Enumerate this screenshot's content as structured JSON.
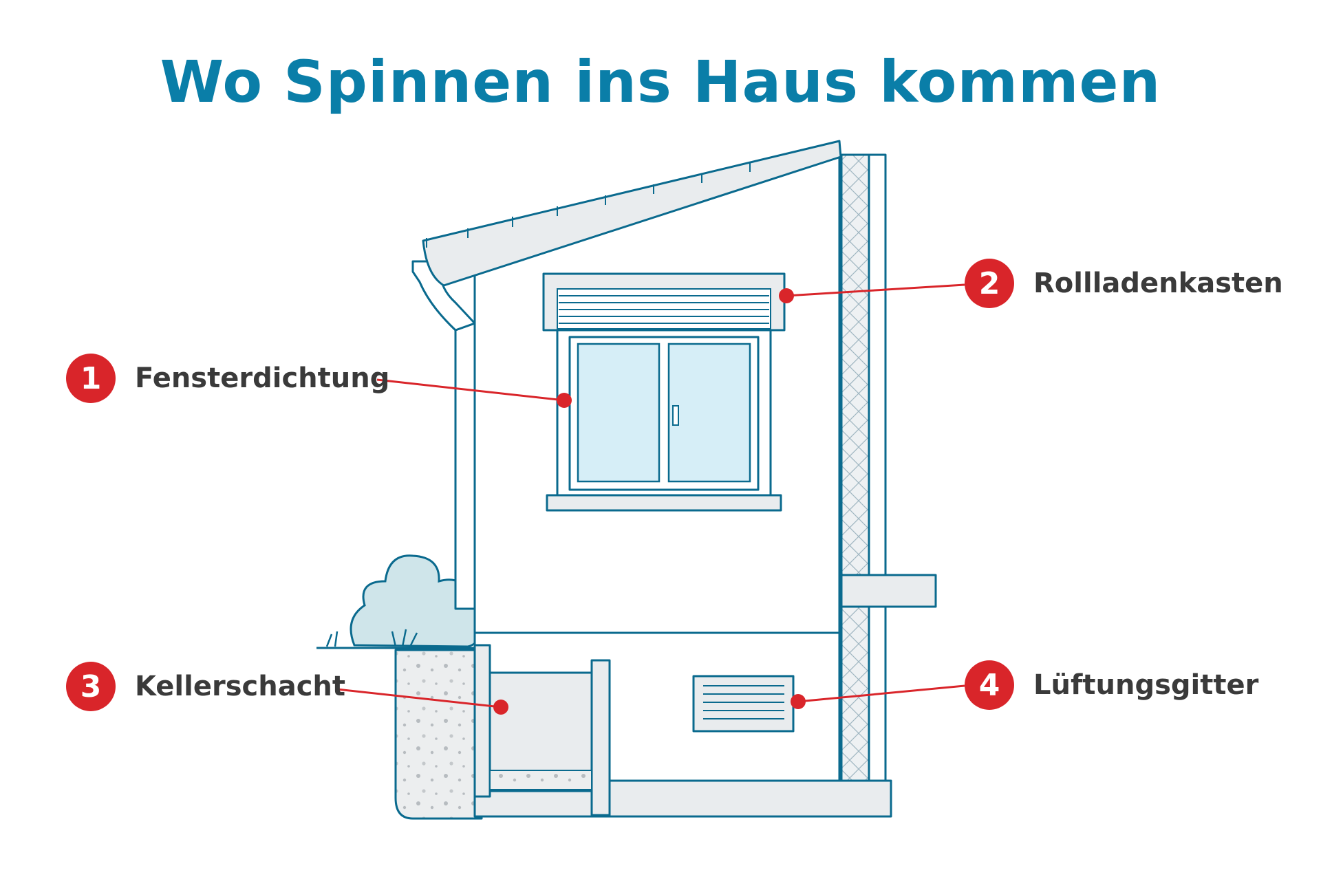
{
  "title": "Wo Spinnen ins Haus kommen",
  "colors": {
    "title": "#0a7ea8",
    "accent_red": "#d9252a",
    "outline_blue": "#0a6a8e",
    "label_text": "#3a3a3a",
    "glass": "#d6eef7",
    "bush": "#cfe5ea"
  },
  "callouts": [
    {
      "number": "1",
      "label": "Fensterdichtung",
      "target": "window-seal"
    },
    {
      "number": "2",
      "label": "Rollladenkasten",
      "target": "roller-shutter-box"
    },
    {
      "number": "3",
      "label": "Kellerschacht",
      "target": "cellar-shaft"
    },
    {
      "number": "4",
      "label": "Lüftungsgitter",
      "target": "ventilation-grille"
    }
  ]
}
